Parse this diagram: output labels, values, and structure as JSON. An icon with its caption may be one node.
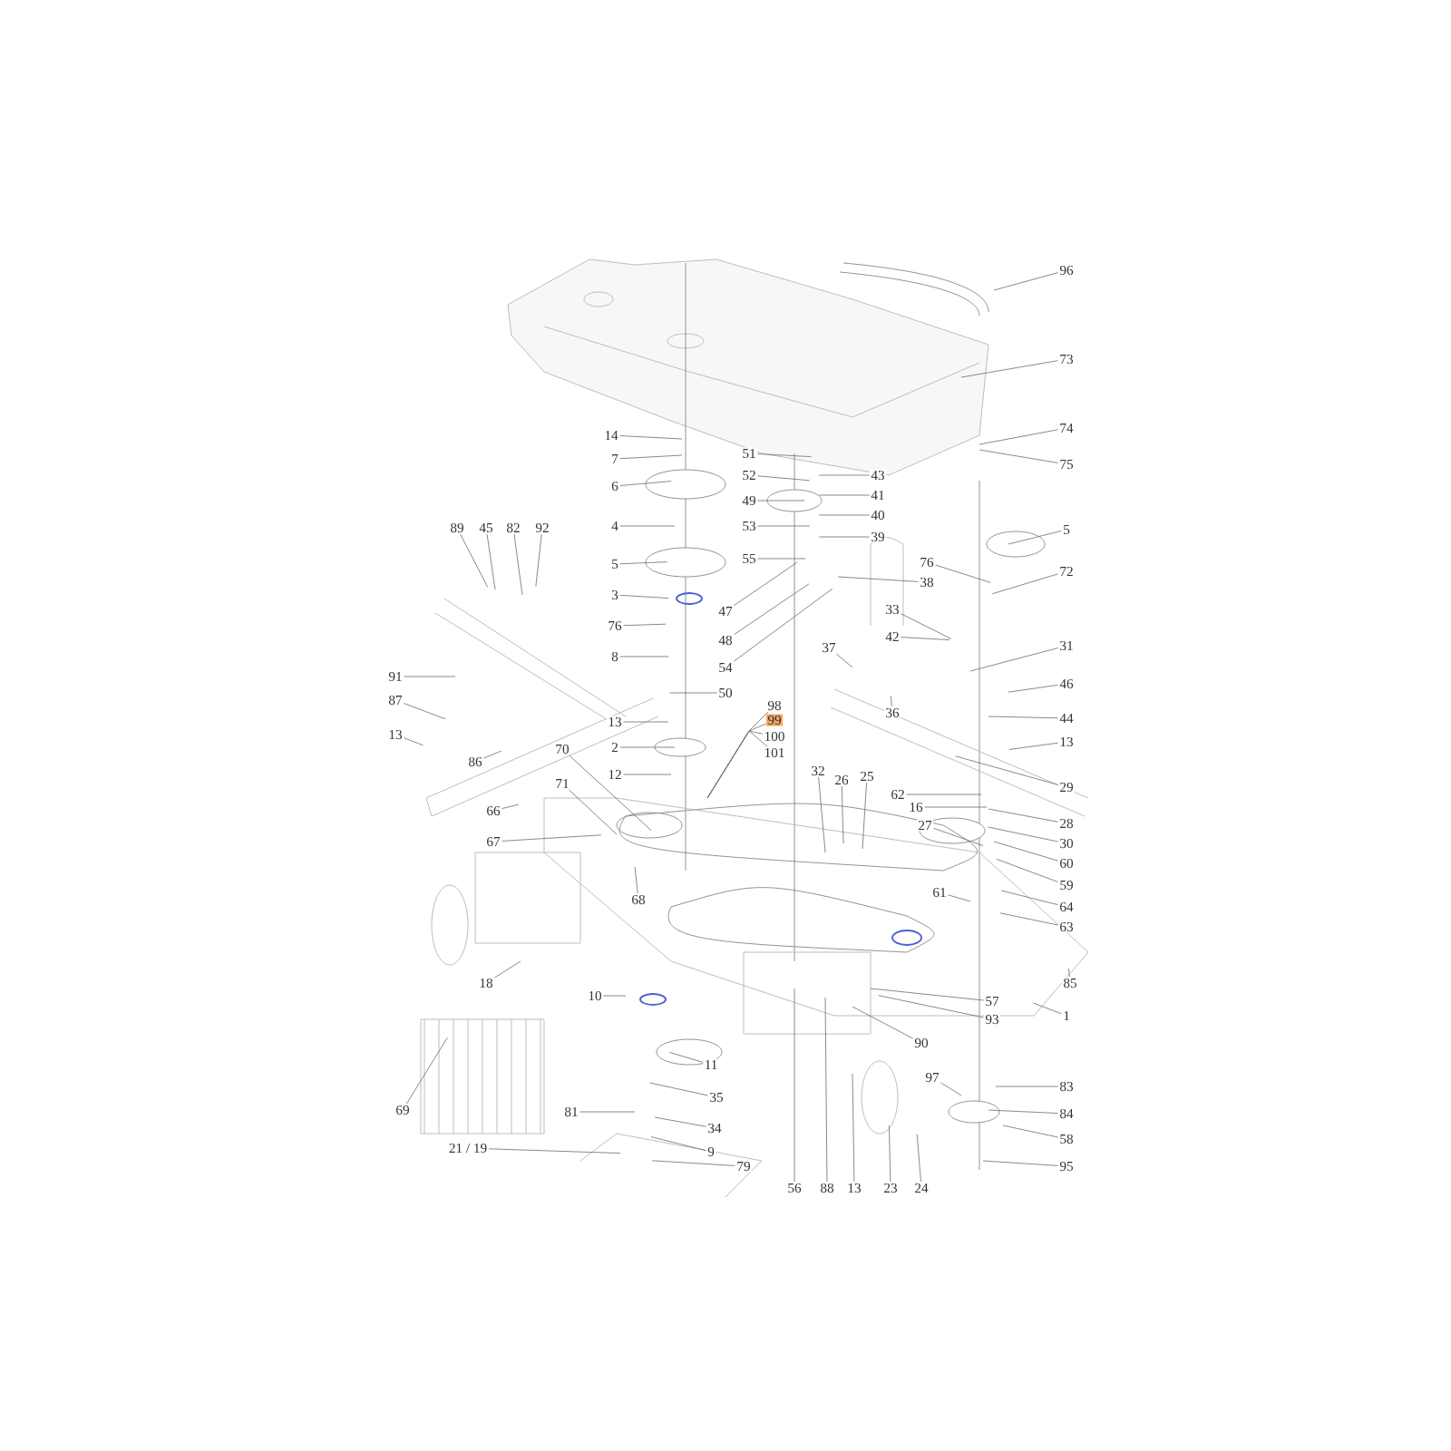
{
  "diagram": {
    "nodes": [
      {
        "text": [
          "96"
        ]
      },
      {
        "text": [
          "73"
        ]
      },
      {
        "text": [
          "74"
        ]
      },
      {
        "text": [
          "75"
        ]
      },
      {
        "text": [
          "14"
        ]
      },
      {
        "text": [
          "7"
        ]
      },
      {
        "text": [
          "51"
        ]
      },
      {
        "text": [
          "6"
        ]
      },
      {
        "text": [
          "43"
        ]
      },
      {
        "text": [
          "52"
        ]
      },
      {
        "text": [
          "41"
        ]
      },
      {
        "text": [
          "49"
        ]
      },
      {
        "text": [
          "40"
        ]
      },
      {
        "text": [
          "4"
        ]
      },
      {
        "text": [
          "53"
        ]
      },
      {
        "text": [
          "89"
        ]
      },
      {
        "text": [
          "45"
        ]
      },
      {
        "text": [
          "82"
        ]
      },
      {
        "text": [
          "92"
        ]
      },
      {
        "text": [
          "39"
        ]
      },
      {
        "text": [
          "5"
        ]
      },
      {
        "text": [
          "55"
        ]
      },
      {
        "text": [
          "5"
        ]
      },
      {
        "text": [
          "76"
        ]
      },
      {
        "text": [
          "72"
        ]
      },
      {
        "text": [
          "38"
        ]
      },
      {
        "text": [
          "3"
        ]
      },
      {
        "text": [
          "47"
        ]
      },
      {
        "text": [
          "33"
        ]
      },
      {
        "text": [
          "76"
        ]
      },
      {
        "text": [
          "48"
        ]
      },
      {
        "text": [
          "42"
        ]
      },
      {
        "text": [
          "37"
        ]
      },
      {
        "text": [
          "31"
        ]
      },
      {
        "text": [
          "8"
        ]
      },
      {
        "text": [
          "54"
        ]
      },
      {
        "text": [
          "91"
        ]
      },
      {
        "text": [
          "46"
        ]
      },
      {
        "text": [
          "50"
        ]
      },
      {
        "text": [
          "87"
        ]
      },
      {
        "text": [
          "98"
        ]
      },
      {
        "text": [
          "36"
        ]
      },
      {
        "text": [
          "99"
        ]
      },
      {
        "text": [
          "44"
        ]
      },
      {
        "text": [
          "13"
        ]
      },
      {
        "text": [
          "100"
        ]
      },
      {
        "text": [
          "13"
        ]
      },
      {
        "text": [
          "13"
        ]
      },
      {
        "text": [
          "2"
        ]
      },
      {
        "text": [
          "101"
        ]
      },
      {
        "text": [
          "86"
        ]
      },
      {
        "text": [
          "70"
        ]
      },
      {
        "text": [
          "32"
        ]
      },
      {
        "text": [
          "12"
        ]
      },
      {
        "text": [
          "26"
        ]
      },
      {
        "text": [
          "25"
        ]
      },
      {
        "text": [
          "29"
        ]
      },
      {
        "text": [
          "62"
        ]
      },
      {
        "text": [
          "16"
        ]
      },
      {
        "text": [
          "71"
        ]
      },
      {
        "text": [
          "66"
        ]
      },
      {
        "text": [
          "28"
        ]
      },
      {
        "text": [
          "27"
        ]
      },
      {
        "text": [
          "30"
        ]
      },
      {
        "text": [
          "67"
        ]
      },
      {
        "text": [
          "60"
        ]
      },
      {
        "text": [
          "59"
        ]
      },
      {
        "text": [
          "68"
        ]
      },
      {
        "text": [
          "64"
        ]
      },
      {
        "text": [
          "61"
        ]
      },
      {
        "text": [
          "63"
        ]
      },
      {
        "text": [
          "18"
        ]
      },
      {
        "text": [
          "85"
        ]
      },
      {
        "text": [
          "10"
        ]
      },
      {
        "text": [
          "57"
        ]
      },
      {
        "text": [
          "93"
        ]
      },
      {
        "text": [
          "1"
        ]
      },
      {
        "text": [
          "90"
        ]
      },
      {
        "text": [
          "11"
        ]
      },
      {
        "text": [
          "97"
        ]
      },
      {
        "text": [
          "83"
        ]
      },
      {
        "text": [
          "35"
        ]
      },
      {
        "text": [
          "84"
        ]
      },
      {
        "text": [
          "69"
        ]
      },
      {
        "text": [
          "81"
        ]
      },
      {
        "text": [
          "34"
        ]
      },
      {
        "text": [
          "58"
        ]
      },
      {
        "text": [
          "21 / 19"
        ]
      },
      {
        "text": [
          "9"
        ]
      },
      {
        "text": [
          "95"
        ]
      },
      {
        "text": [
          "79"
        ]
      },
      {
        "text": [
          "56"
        ]
      },
      {
        "text": [
          "88"
        ]
      },
      {
        "text": [
          "13"
        ]
      },
      {
        "text": [
          "23"
        ]
      },
      {
        "text": [
          "24"
        ]
      }
    ],
    "edges": [
      {
        "from": 0,
        "to": null,
        "arrow": "none"
      },
      {
        "from": 1,
        "to": null,
        "arrow": "none"
      },
      {
        "from": 2,
        "to": null,
        "arrow": "none"
      },
      {
        "from": 3,
        "to": null,
        "arrow": "none"
      },
      {
        "from": 4,
        "to": null,
        "arrow": "none"
      },
      {
        "from": 5,
        "to": null,
        "arrow": "none"
      },
      {
        "from": 6,
        "to": null,
        "arrow": "none"
      },
      {
        "from": 7,
        "to": null,
        "arrow": "none"
      },
      {
        "from": 8,
        "to": null,
        "arrow": "none"
      },
      {
        "from": 9,
        "to": null,
        "arrow": "none"
      },
      {
        "from": 10,
        "to": null,
        "arrow": "none"
      },
      {
        "from": 11,
        "to": null,
        "arrow": "none"
      },
      {
        "from": 12,
        "to": null,
        "arrow": "none"
      },
      {
        "from": 13,
        "to": null,
        "arrow": "none"
      },
      {
        "from": 14,
        "to": null,
        "arrow": "none"
      },
      {
        "from": 15,
        "to": null,
        "arrow": "none"
      },
      {
        "from": 16,
        "to": null,
        "arrow": "none"
      },
      {
        "from": 17,
        "to": null,
        "arrow": "none"
      },
      {
        "from": 18,
        "to": null,
        "arrow": "none"
      },
      {
        "from": 19,
        "to": null,
        "arrow": "none"
      },
      {
        "from": 20,
        "to": null,
        "arrow": "none"
      },
      {
        "from": 21,
        "to": null,
        "arrow": "none"
      },
      {
        "from": 22,
        "to": null,
        "arrow": "none"
      },
      {
        "from": 23,
        "to": null,
        "arrow": "none"
      },
      {
        "from": 24,
        "to": null,
        "arrow": "none"
      },
      {
        "from": 25,
        "to": null,
        "arrow": "none"
      },
      {
        "from": 26,
        "to": null,
        "arrow": "none"
      },
      {
        "from": 27,
        "to": null,
        "arrow": "none"
      },
      {
        "from": 28,
        "to": null,
        "arrow": "none"
      },
      {
        "from": 29,
        "to": null,
        "arrow": "none"
      },
      {
        "from": 30,
        "to": null,
        "arrow": "none"
      },
      {
        "from": 31,
        "to": null,
        "arrow": "none"
      },
      {
        "from": 32,
        "to": null,
        "arrow": "none"
      },
      {
        "from": 33,
        "to": null,
        "arrow": "none"
      },
      {
        "from": 34,
        "to": null,
        "arrow": "none"
      },
      {
        "from": 35,
        "to": null,
        "arrow": "none"
      },
      {
        "from": 36,
        "to": null,
        "arrow": "none"
      },
      {
        "from": 37,
        "to": null,
        "arrow": "none"
      },
      {
        "from": 38,
        "to": null,
        "arrow": "none"
      },
      {
        "from": 39,
        "to": null,
        "arrow": "none"
      },
      {
        "from": 40,
        "to": null,
        "arrow": "none"
      },
      {
        "from": 41,
        "to": null,
        "arrow": "none"
      },
      {
        "from": 42,
        "to": null,
        "arrow": "none"
      },
      {
        "from": 43,
        "to": null,
        "arrow": "none"
      },
      {
        "from": 44,
        "to": null,
        "arrow": "none"
      },
      {
        "from": 45,
        "to": null,
        "arrow": "none"
      },
      {
        "from": 46,
        "to": null,
        "arrow": "none"
      },
      {
        "from": 47,
        "to": null,
        "arrow": "none"
      },
      {
        "from": 48,
        "to": null,
        "arrow": "none"
      },
      {
        "from": 49,
        "to": null,
        "arrow": "none"
      },
      {
        "from": 50,
        "to": null,
        "arrow": "none"
      },
      {
        "from": 51,
        "to": null,
        "arrow": "none"
      },
      {
        "from": 52,
        "to": null,
        "arrow": "none"
      },
      {
        "from": 53,
        "to": null,
        "arrow": "none"
      },
      {
        "from": 54,
        "to": null,
        "arrow": "none"
      },
      {
        "from": 55,
        "to": null,
        "arrow": "none"
      },
      {
        "from": 56,
        "to": null,
        "arrow": "none"
      },
      {
        "from": 57,
        "to": null,
        "arrow": "none"
      },
      {
        "from": 58,
        "to": null,
        "arrow": "none"
      },
      {
        "from": 59,
        "to": null,
        "arrow": "none"
      },
      {
        "from": 60,
        "to": null,
        "arrow": "none"
      },
      {
        "from": 61,
        "to": null,
        "arrow": "none"
      },
      {
        "from": 62,
        "to": null,
        "arrow": "none"
      },
      {
        "from": 63,
        "to": null,
        "arrow": "none"
      },
      {
        "from": 64,
        "to": null,
        "arrow": "none"
      },
      {
        "from": 65,
        "to": null,
        "arrow": "none"
      },
      {
        "from": 66,
        "to": null,
        "arrow": "none"
      },
      {
        "from": 67,
        "to": null,
        "arrow": "none"
      },
      {
        "from": 68,
        "to": null,
        "arrow": "none"
      },
      {
        "from": 69,
        "to": null,
        "arrow": "none"
      },
      {
        "from": 70,
        "to": null,
        "arrow": "none"
      },
      {
        "from": 71,
        "to": null,
        "arrow": "none"
      },
      {
        "from": 72,
        "to": null,
        "arrow": "none"
      },
      {
        "from": 73,
        "to": null,
        "arrow": "none"
      },
      {
        "from": 74,
        "to": null,
        "arrow": "none"
      },
      {
        "from": 75,
        "to": null,
        "arrow": "none"
      },
      {
        "from": 76,
        "to": null,
        "arrow": "none"
      },
      {
        "from": 77,
        "to": null,
        "arrow": "none"
      },
      {
        "from": 78,
        "to": null,
        "arrow": "none"
      },
      {
        "from": 79,
        "to": null,
        "arrow": "none"
      },
      {
        "from": 80,
        "to": null,
        "arrow": "none"
      },
      {
        "from": 81,
        "to": null,
        "arrow": "none"
      },
      {
        "from": 82,
        "to": null,
        "arrow": "none"
      },
      {
        "from": 83,
        "to": null,
        "arrow": "none"
      },
      {
        "from": 84,
        "to": null,
        "arrow": "none"
      },
      {
        "from": 85,
        "to": null,
        "arrow": "none"
      },
      {
        "from": 86,
        "to": null,
        "arrow": "none"
      },
      {
        "from": 87,
        "to": null,
        "arrow": "none"
      },
      {
        "from": 88,
        "to": null,
        "arrow": "none"
      },
      {
        "from": 89,
        "to": null,
        "arrow": "none"
      },
      {
        "from": 90,
        "to": null,
        "arrow": "none"
      },
      {
        "from": 91,
        "to": null,
        "arrow": "none"
      },
      {
        "from": 92,
        "to": null,
        "arrow": "none"
      },
      {
        "from": 93,
        "to": null,
        "arrow": "none"
      },
      {
        "from": 94,
        "to": null,
        "arrow": "none"
      },
      {
        "from": 95,
        "to": null,
        "arrow": "none"
      }
    ]
  }
}
